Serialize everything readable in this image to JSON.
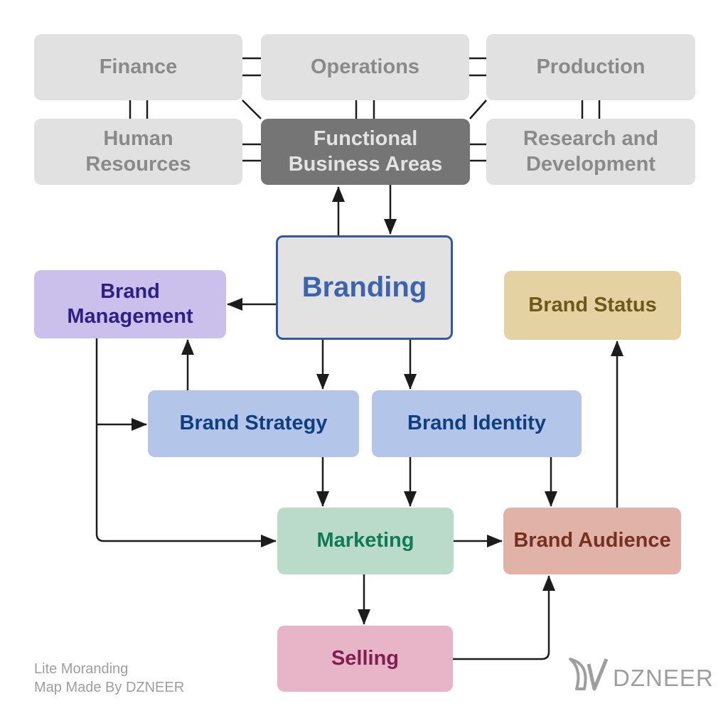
{
  "diagram": {
    "title_node": "Branding",
    "palette": {
      "canvas_bg": "#ffffff",
      "edge": "#1c1c1c"
    },
    "nodes": {
      "finance": {
        "label": "Finance",
        "fill": "#e1e1e1",
        "text_color": "#8a8a8a"
      },
      "operations": {
        "label": "Operations",
        "fill": "#e1e1e1",
        "text_color": "#8a8a8a"
      },
      "production": {
        "label": "Production",
        "fill": "#e1e1e1",
        "text_color": "#8a8a8a"
      },
      "human_resources": {
        "label": "Human\nResources",
        "fill": "#e1e1e1",
        "text_color": "#8a8a8a"
      },
      "functional_business_areas": {
        "label": "Functional\nBusiness Areas",
        "fill": "#757575",
        "text_color": "#e3e3e3"
      },
      "research_development": {
        "label": "Research and\nDevelopment",
        "fill": "#e1e1e1",
        "text_color": "#8a8a8a"
      },
      "branding": {
        "label": "Branding",
        "fill": "#e2e2e2",
        "text_color": "#3b63ae",
        "border": "#33599f"
      },
      "brand_management": {
        "label": "Brand\nManagement",
        "fill": "#cbc0ec",
        "text_color": "#2c2086"
      },
      "brand_status": {
        "label": "Brand Status",
        "fill": "#e4d2a3",
        "text_color": "#6c591c"
      },
      "brand_strategy": {
        "label": "Brand Strategy",
        "fill": "#b3c6e9",
        "text_color": "#0f3f7e"
      },
      "brand_identity": {
        "label": "Brand Identity",
        "fill": "#b3c6e9",
        "text_color": "#0f3f7e"
      },
      "marketing": {
        "label": "Marketing",
        "fill": "#bbdbca",
        "text_color": "#0e7b57"
      },
      "brand_audience": {
        "label": "Brand Audience",
        "fill": "#e1b3a8",
        "text_color": "#76301f"
      },
      "selling": {
        "label": "Selling",
        "fill": "#e8b5c8",
        "text_color": "#7e1f50"
      }
    },
    "footer": {
      "line1": "Lite Moranding",
      "line2": "Map Made By DZNEER",
      "color": "#9e9e9e"
    },
    "logo": {
      "text": "DZNEER",
      "color": "#9e9e9e"
    }
  }
}
